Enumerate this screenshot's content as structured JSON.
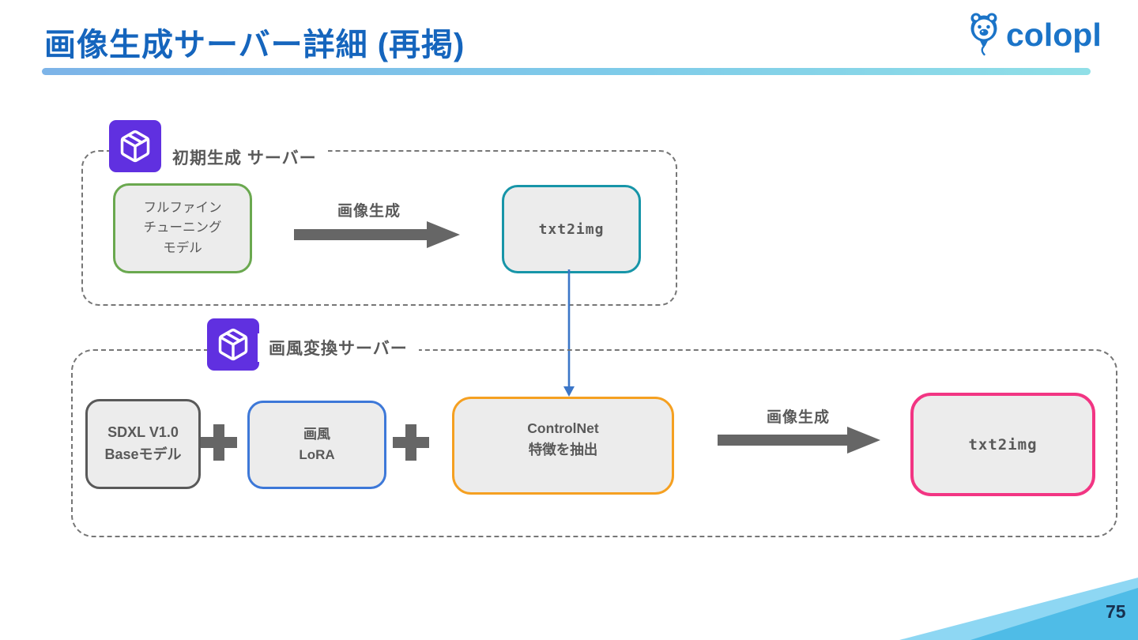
{
  "slide": {
    "title": "画像生成サーバー詳細 (再掲)",
    "page_number": "75"
  },
  "logo": {
    "text": "colopl",
    "icon": "colopl-balloon-bear-icon",
    "color": "#1b74c8"
  },
  "colors": {
    "title_blue": "#1565bd",
    "text_gray": "#595959",
    "box_fill": "#ececec",
    "arrow_gray": "#666666",
    "connector_blue": "#3b76c8",
    "green_border": "#6aa84f",
    "teal_border": "#1795a8",
    "blue_border": "#3d78d8",
    "gray_border": "#595959",
    "orange_border": "#f5a021",
    "pink_border": "#f23583",
    "server_icon_purple": "#6030e0",
    "wedge_light_blue": "#8ed7f3",
    "wedge_mid_blue": "#4cbae6"
  },
  "diagram": {
    "initial_server": {
      "label": "初期生成 サーバー",
      "icon": "cube-icon",
      "model_box": {
        "line1": "フルファイン",
        "line2": "チューニング",
        "line3": "モデル"
      },
      "flow_arrow_label": "画像生成",
      "output_box": {
        "label": "txt2img"
      }
    },
    "style_server": {
      "label": "画風変換サーバー",
      "icon": "cube-icon",
      "base_box": {
        "line1": "SDXL V1.0",
        "line2": "Baseモデル"
      },
      "plus": "+",
      "lora_box": {
        "line1": "画風",
        "line2": "LoRA"
      },
      "controlnet_box": {
        "line1": "ControlNet",
        "line2": "特徴を抽出"
      },
      "flow_arrow_label": "画像生成",
      "output_box": {
        "label": "txt2img"
      }
    }
  }
}
